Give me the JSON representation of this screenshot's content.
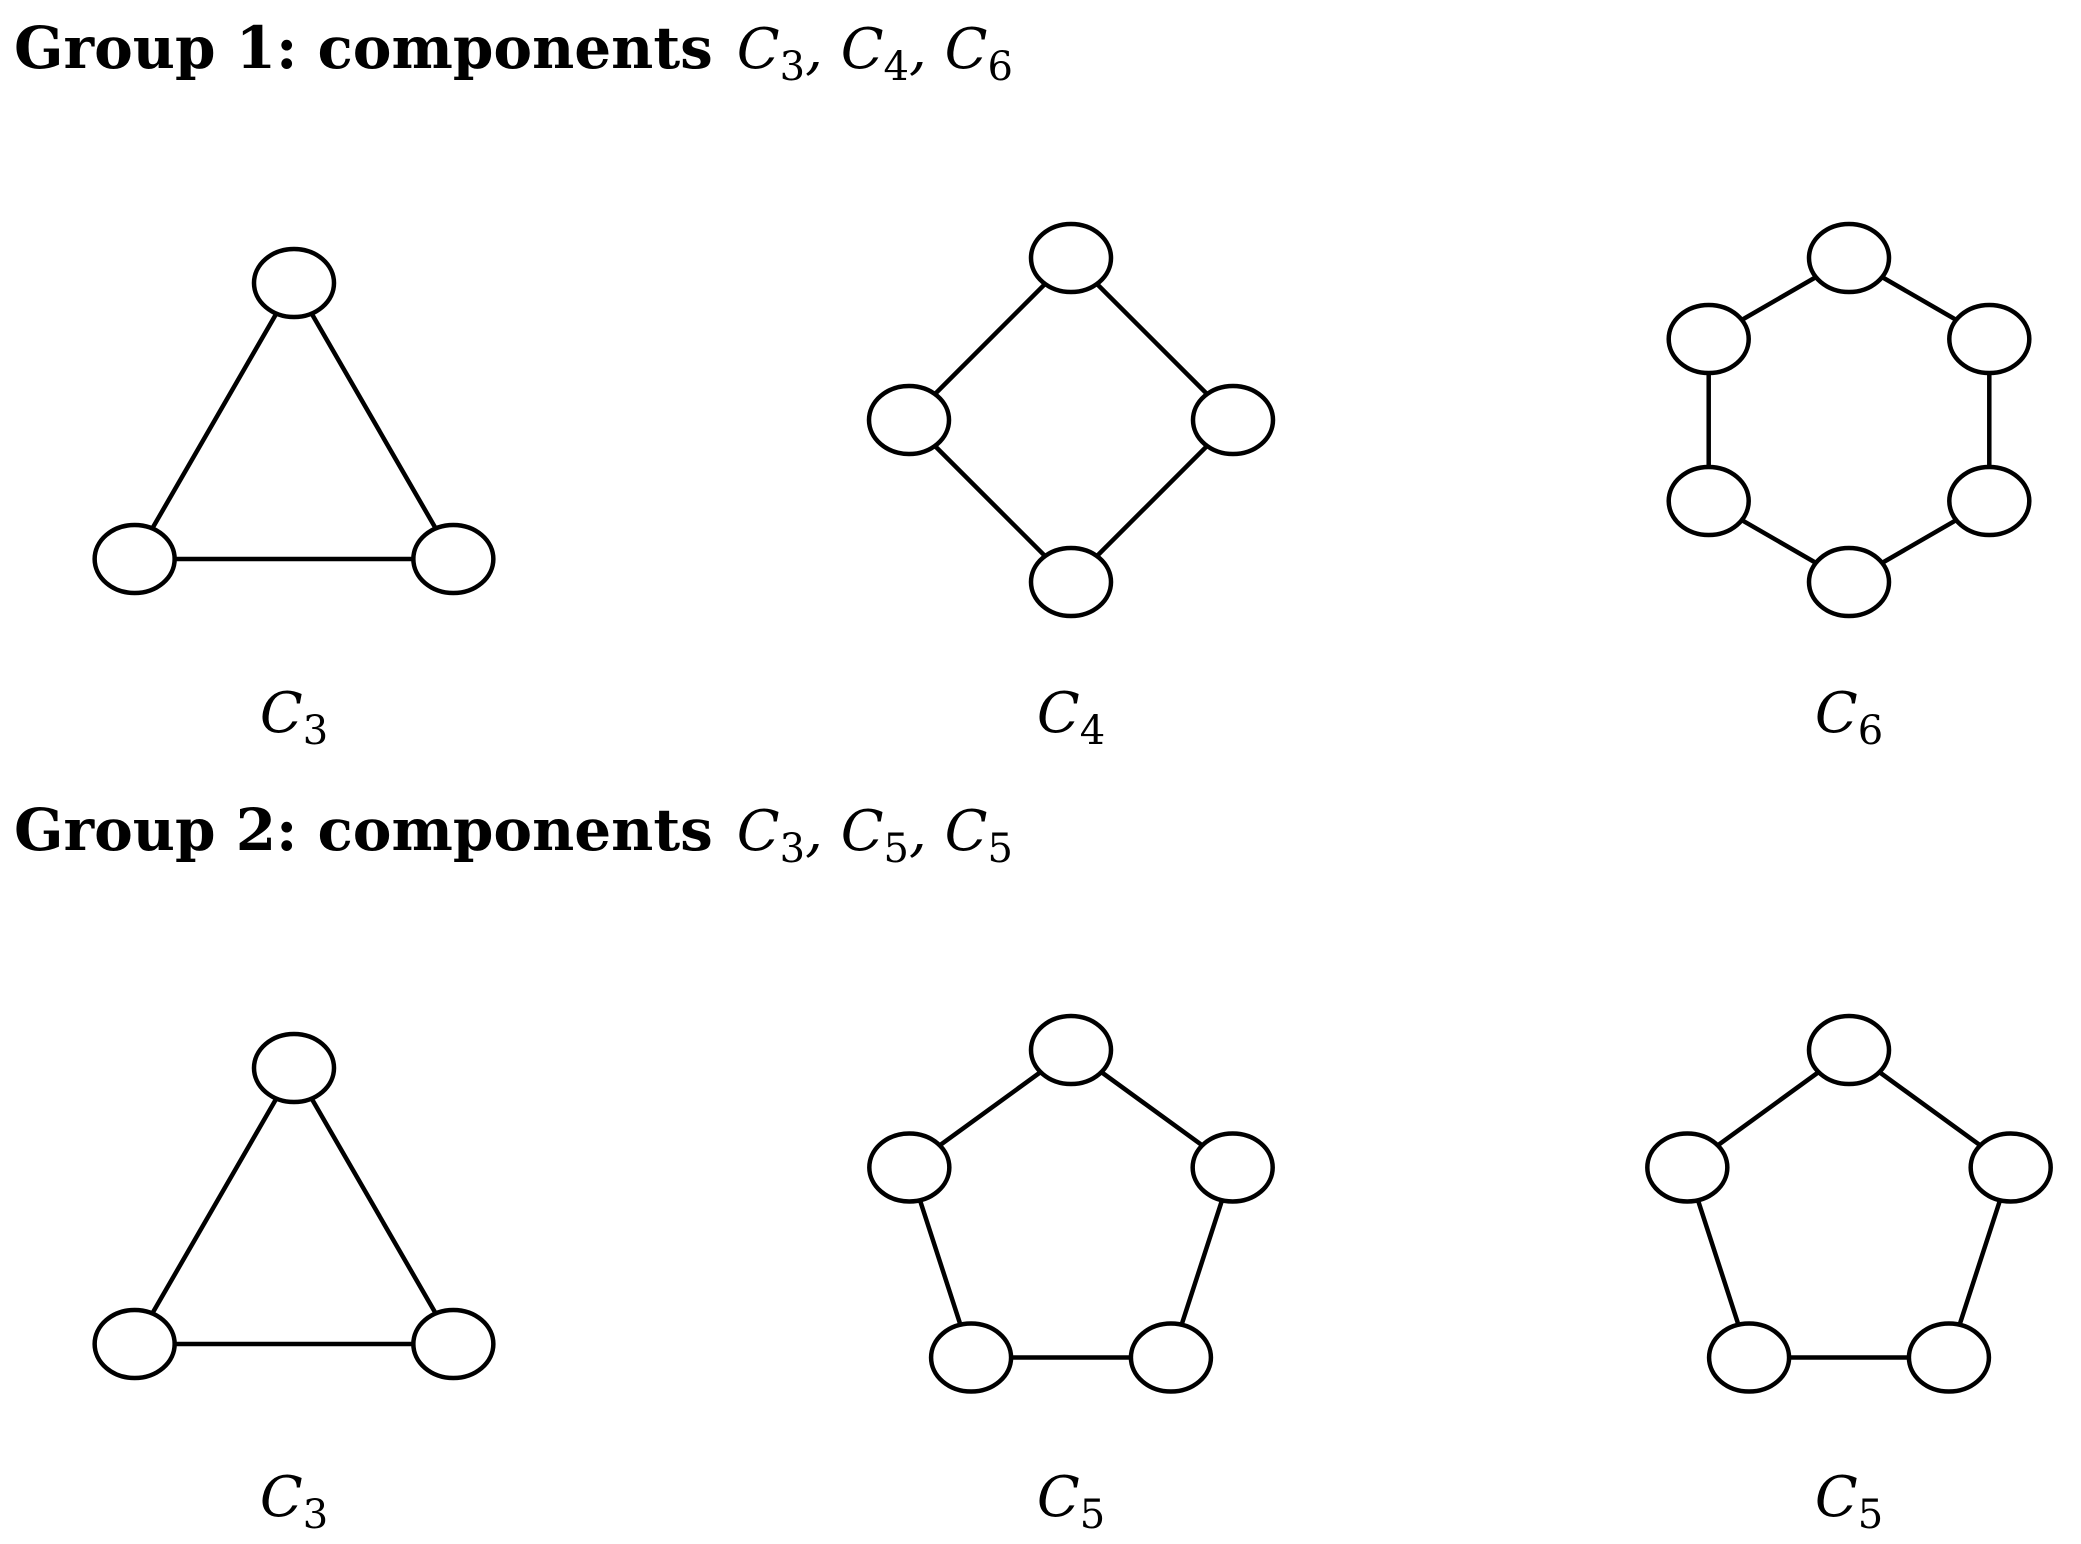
{
  "groups": [
    {
      "label": "Group 1:",
      "word": "components",
      "components": [
        {
          "letter": "C",
          "sub": "3"
        },
        {
          "letter": "C",
          "sub": "4"
        },
        {
          "letter": "C",
          "sub": "6"
        }
      ],
      "graphs": [
        {
          "letter": "C",
          "sub": "3",
          "n": 3
        },
        {
          "letter": "C",
          "sub": "4",
          "n": 4
        },
        {
          "letter": "C",
          "sub": "6",
          "n": 6
        }
      ]
    },
    {
      "label": "Group 2:",
      "word": "components",
      "components": [
        {
          "letter": "C",
          "sub": "3"
        },
        {
          "letter": "C",
          "sub": "5"
        },
        {
          "letter": "C",
          "sub": "5"
        }
      ],
      "graphs": [
        {
          "letter": "C",
          "sub": "3",
          "n": 3
        },
        {
          "letter": "C",
          "sub": "5",
          "n": 5
        },
        {
          "letter": "C",
          "sub": "5",
          "n": 5
        }
      ]
    }
  ],
  "colors": {
    "stroke": "#000000",
    "node_fill": "#ffffff",
    "background": "#ffffff"
  }
}
